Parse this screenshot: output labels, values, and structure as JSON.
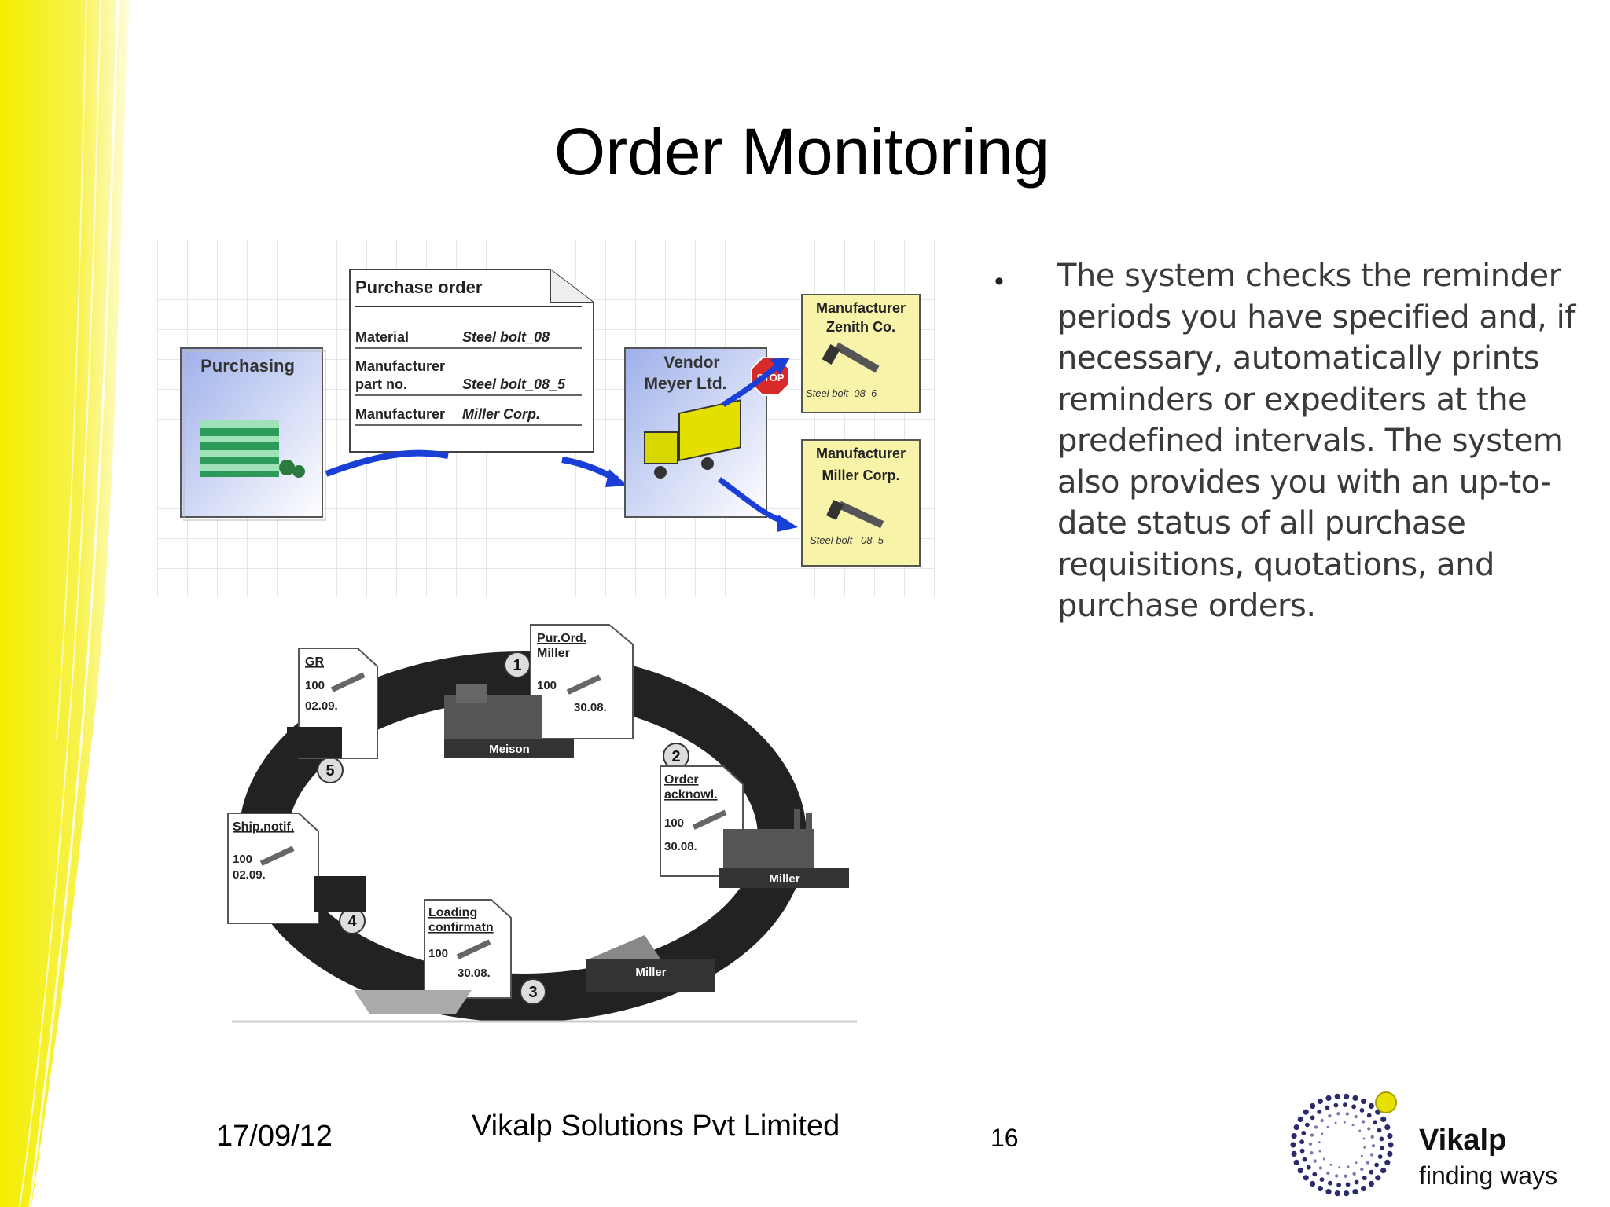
{
  "slide": {
    "title": "Order Monitoring",
    "bullet": "The system checks the reminder periods you have specified and, if necessary, automatically prints reminders or expediters at the predefined intervals. The system also provides you with an up-to-date status of all purchase requisitions, quotations, and purchase orders.",
    "footer": {
      "date": "17/09/12",
      "company": "Vikalp Solutions Pvt Limited",
      "page": "16"
    },
    "logo": {
      "name": "Vikalp",
      "tagline": "finding ways"
    }
  },
  "diagram_top": {
    "purchasing": "Purchasing",
    "po_title": "Purchase order",
    "po_rows": [
      {
        "label": "Material",
        "value": "Steel bolt_08"
      },
      {
        "label": "Manufacturer",
        "label2": "part no.",
        "value": "Steel bolt_08_5"
      },
      {
        "label": "Manufacturer",
        "value": "Miller Corp."
      }
    ],
    "vendor_line1": "Vendor",
    "vendor_line2": "Meyer Ltd.",
    "stop": "STOP",
    "mfr1_line1": "Manufacturer",
    "mfr1_line2": "Zenith Co.",
    "mfr1_part": "Steel bolt_08_6",
    "mfr2_line1": "Manufacturer",
    "mfr2_line2": "Miller Corp.",
    "mfr2_part": "Steel bolt _08_5"
  },
  "diagram_cycle": {
    "steps": [
      "1",
      "2",
      "3",
      "4",
      "5"
    ],
    "doc1": {
      "title": "Pur.Ord.",
      "sub": "Miller",
      "qty": "100",
      "date": "30.08."
    },
    "doc2": {
      "title": "Order",
      "sub": "acknowl.",
      "qty": "100",
      "date": "30.08."
    },
    "doc3": {
      "title": "Loading",
      "sub": "confirmatn",
      "qty": "100",
      "date": "30.08."
    },
    "doc4": {
      "title": "Ship.notif.",
      "qty": "100",
      "date": "02.09."
    },
    "doc5": {
      "title": "GR",
      "qty": "100",
      "date": "02.09."
    },
    "plant_top": "Meison",
    "plant_right": "Miller",
    "plant_bottom": "Miller"
  },
  "colors": {
    "accent_yellow": "#f5f000",
    "arrow_blue": "#1a3fd6",
    "note_yellow": "#f7f3a8",
    "box_blue": "#b9c6ef",
    "logo_dark": "#2b2a6b"
  }
}
